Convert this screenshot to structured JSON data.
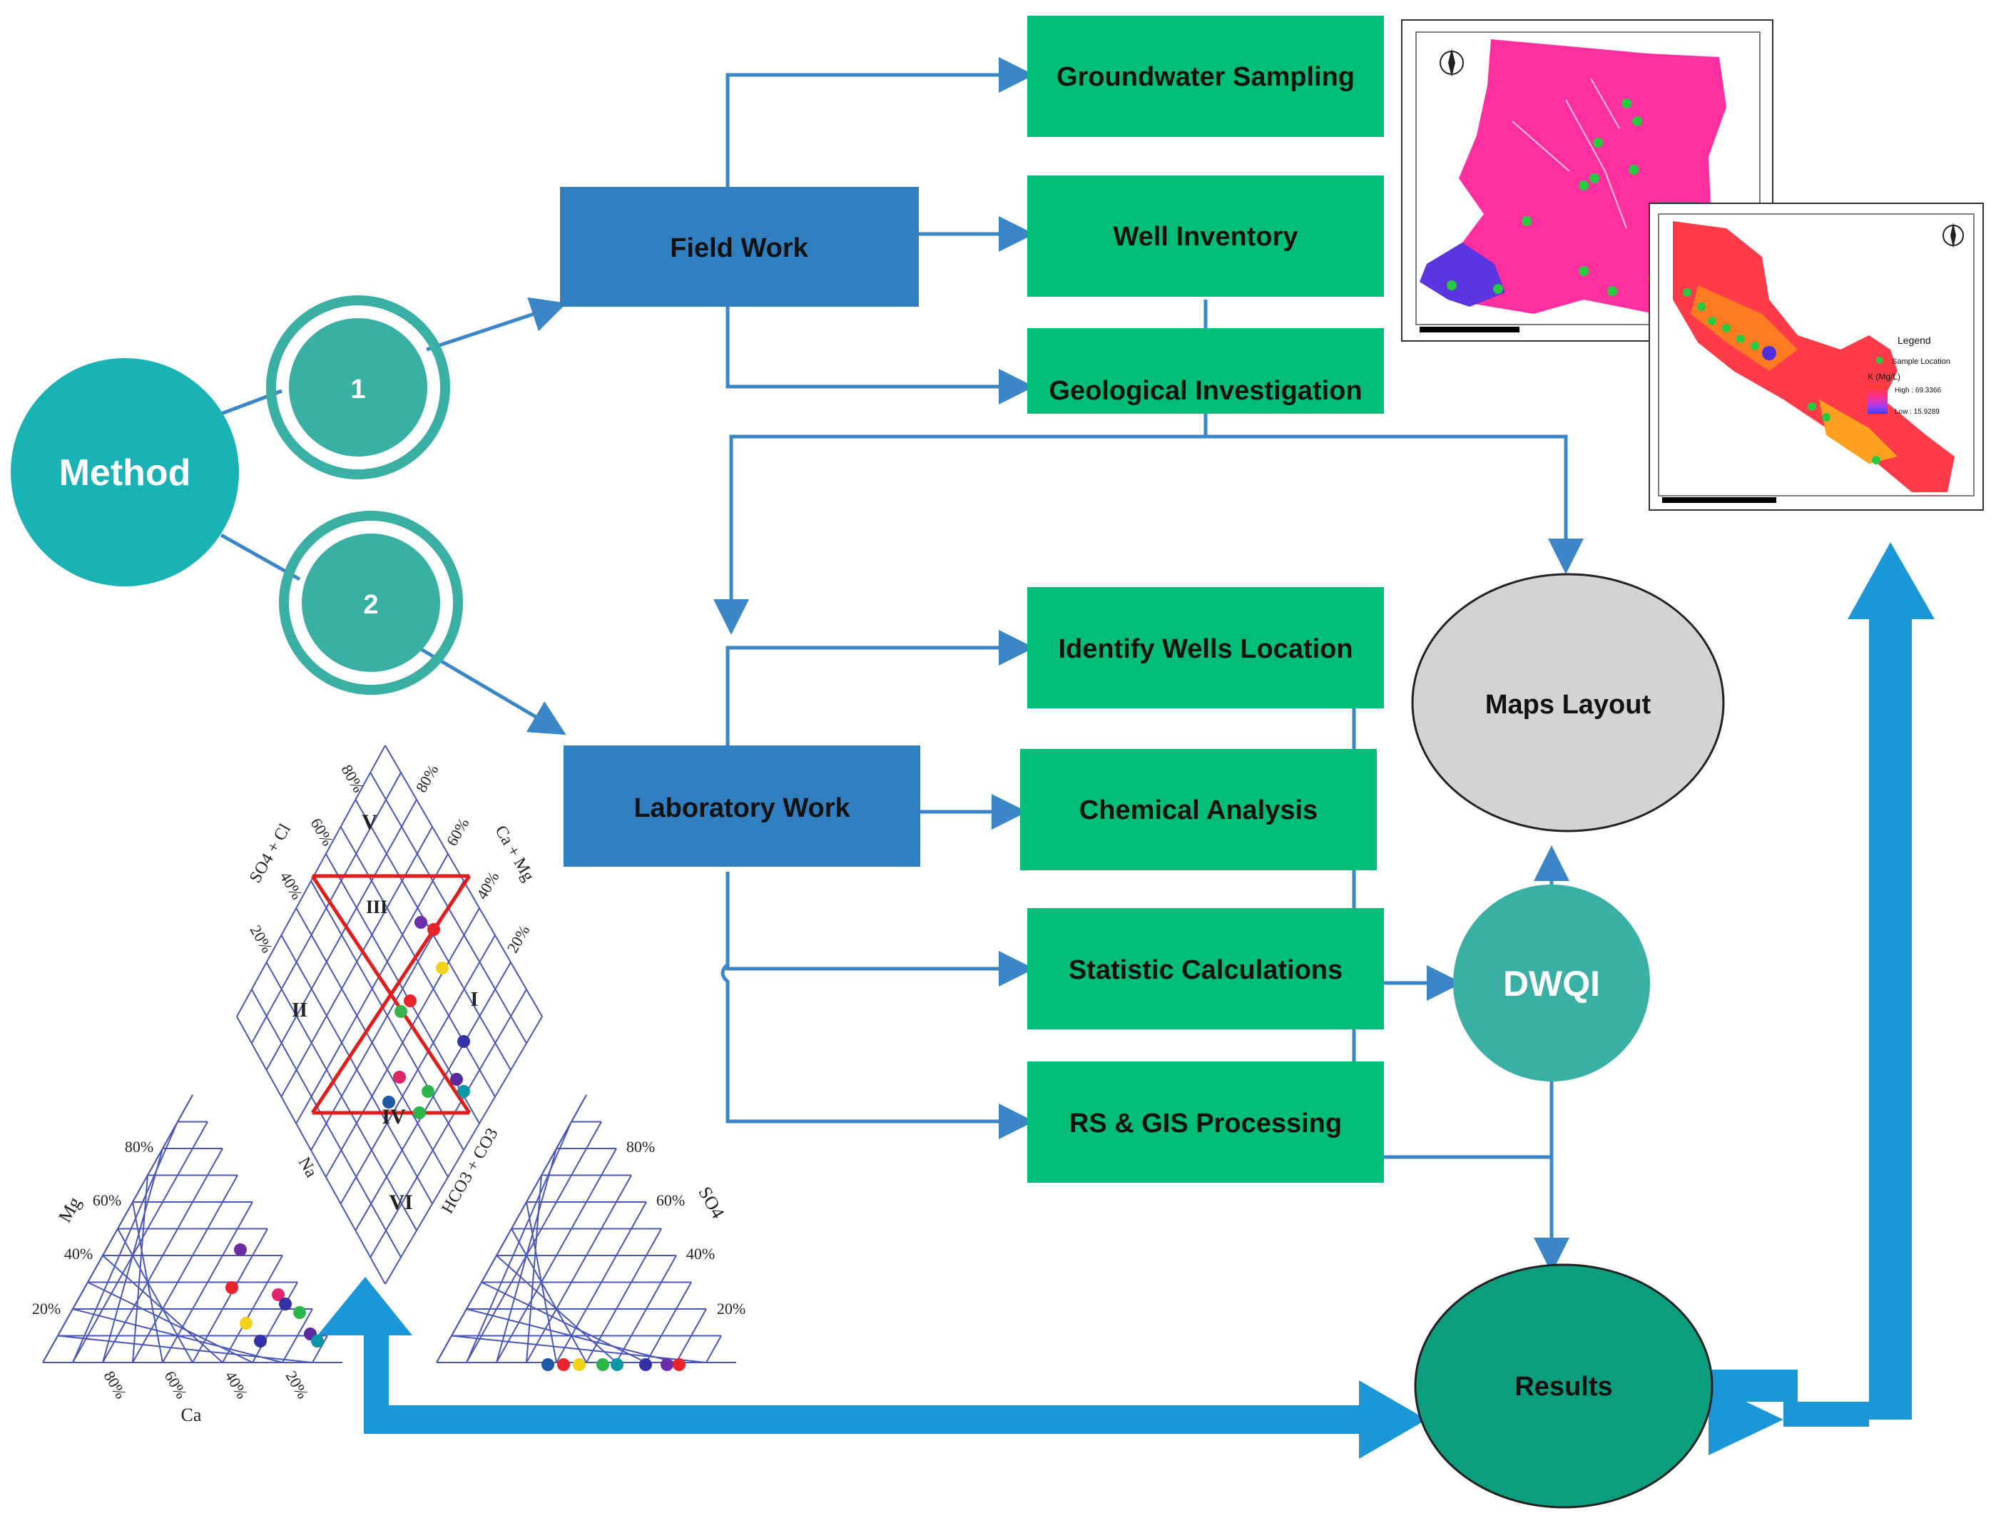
{
  "colors": {
    "teal": "#19B2B5",
    "teal_dark": "#3AAFA4",
    "green_box": "#00BE77",
    "blue_box": "#2F7FC1",
    "arrow_blue": "#3B86C6",
    "big_arrow": "#1B96D6",
    "gray_ellipse": "#D4D2D2",
    "results_green": "#0A9E7E"
  },
  "method": {
    "label": "Method"
  },
  "branches": {
    "one": "1",
    "two": "2"
  },
  "field": {
    "label": "Field Work",
    "items": [
      "Groundwater Sampling",
      "Well Inventory",
      "Geological Investigation"
    ]
  },
  "lab": {
    "label": "Laboratory Work",
    "items": [
      "Identify Wells Location",
      "Chemical Analysis",
      "Statistic Calculations",
      "RS & GIS Processing"
    ]
  },
  "maps_layout": {
    "label": "Maps Layout"
  },
  "dwqi": {
    "label": "DWQI"
  },
  "results": {
    "label": "Results"
  },
  "map2": {
    "legend_title": "Legend",
    "legend_sample": "Sample Location",
    "legend_param": "K (Mg/L)",
    "legend_high": "High : 69.3366",
    "legend_low": "Low : 15.9289"
  },
  "piper": {
    "zones": [
      "I",
      "II",
      "III",
      "IV",
      "V",
      "VI"
    ],
    "left_axis_name": "Mg",
    "bottom_axis_name": "Ca",
    "right_axis_name": "SO4",
    "diamond_left_axis": "SO4 + Cl",
    "diamond_right_axis": "Ca + Mg",
    "center_left_axis": "Na",
    "center_right_axis": "HCO3 + CO3",
    "left_ticks": [
      "80%",
      "60%",
      "40%",
      "20%"
    ],
    "bottom_ticks": [
      "80%",
      "60%",
      "40%",
      "20%"
    ],
    "right_ticks": [
      "20%",
      "40%",
      "60%",
      "80%"
    ],
    "diamond_ticks_top": [
      "80%",
      "80%",
      "60%",
      "60%",
      "40%",
      "40%",
      "20%",
      "20%"
    ]
  }
}
